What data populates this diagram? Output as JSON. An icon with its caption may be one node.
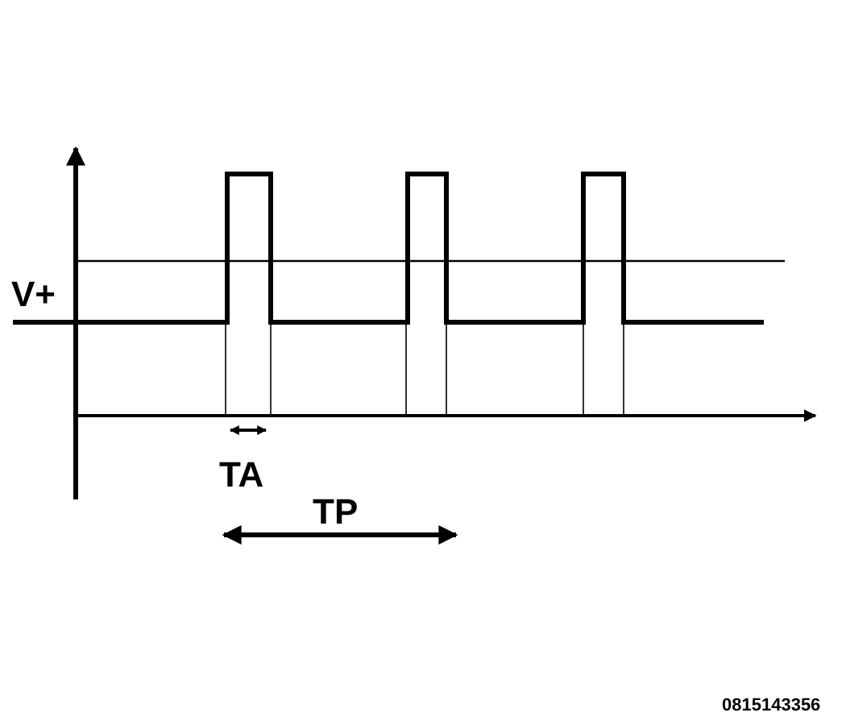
{
  "diagram": {
    "labels": [
      "V+",
      "TA",
      "TP",
      "0815143356"
    ]
  }
}
